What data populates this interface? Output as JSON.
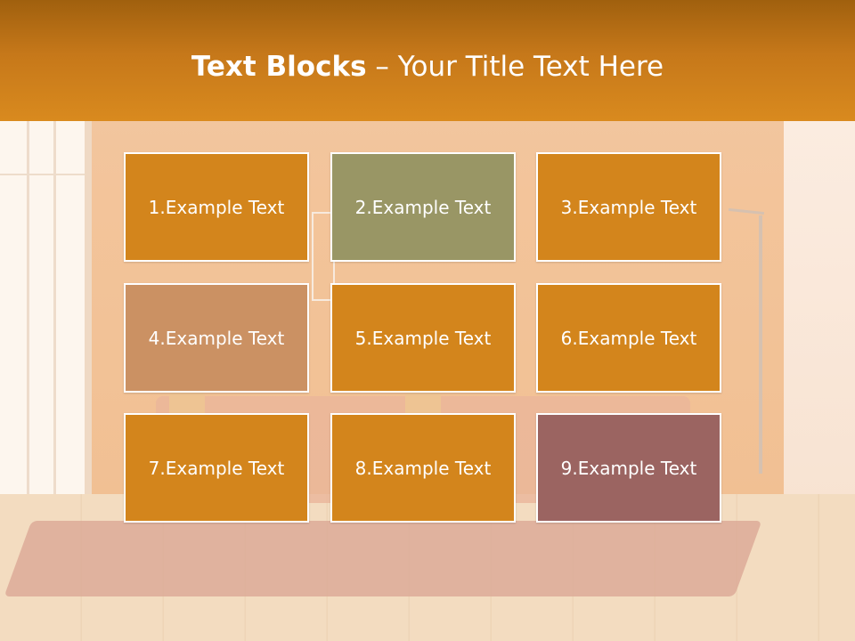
{
  "slide": {
    "title_bold": "Text Blocks",
    "title_separator": " – ",
    "title_rest": "Your Title Text Here"
  },
  "blocks": [
    {
      "label": "1.Example Text",
      "color": "#d3851c"
    },
    {
      "label": "2.Example Text",
      "color": "#999665"
    },
    {
      "label": "3.Example Text",
      "color": "#d3851c"
    },
    {
      "label": "4.Example Text",
      "color": "#cb9163"
    },
    {
      "label": "5.Example Text",
      "color": "#d3851c"
    },
    {
      "label": "6.Example Text",
      "color": "#d3851c"
    },
    {
      "label": "7.Example Text",
      "color": "#d3851c"
    },
    {
      "label": "8.Example Text",
      "color": "#d3851c"
    },
    {
      "label": "9.Example Text",
      "color": "#9b6461"
    }
  ],
  "colors": {
    "header_top": "#a0600e",
    "header_bottom": "#d98a1e",
    "text": "#ffffff"
  }
}
